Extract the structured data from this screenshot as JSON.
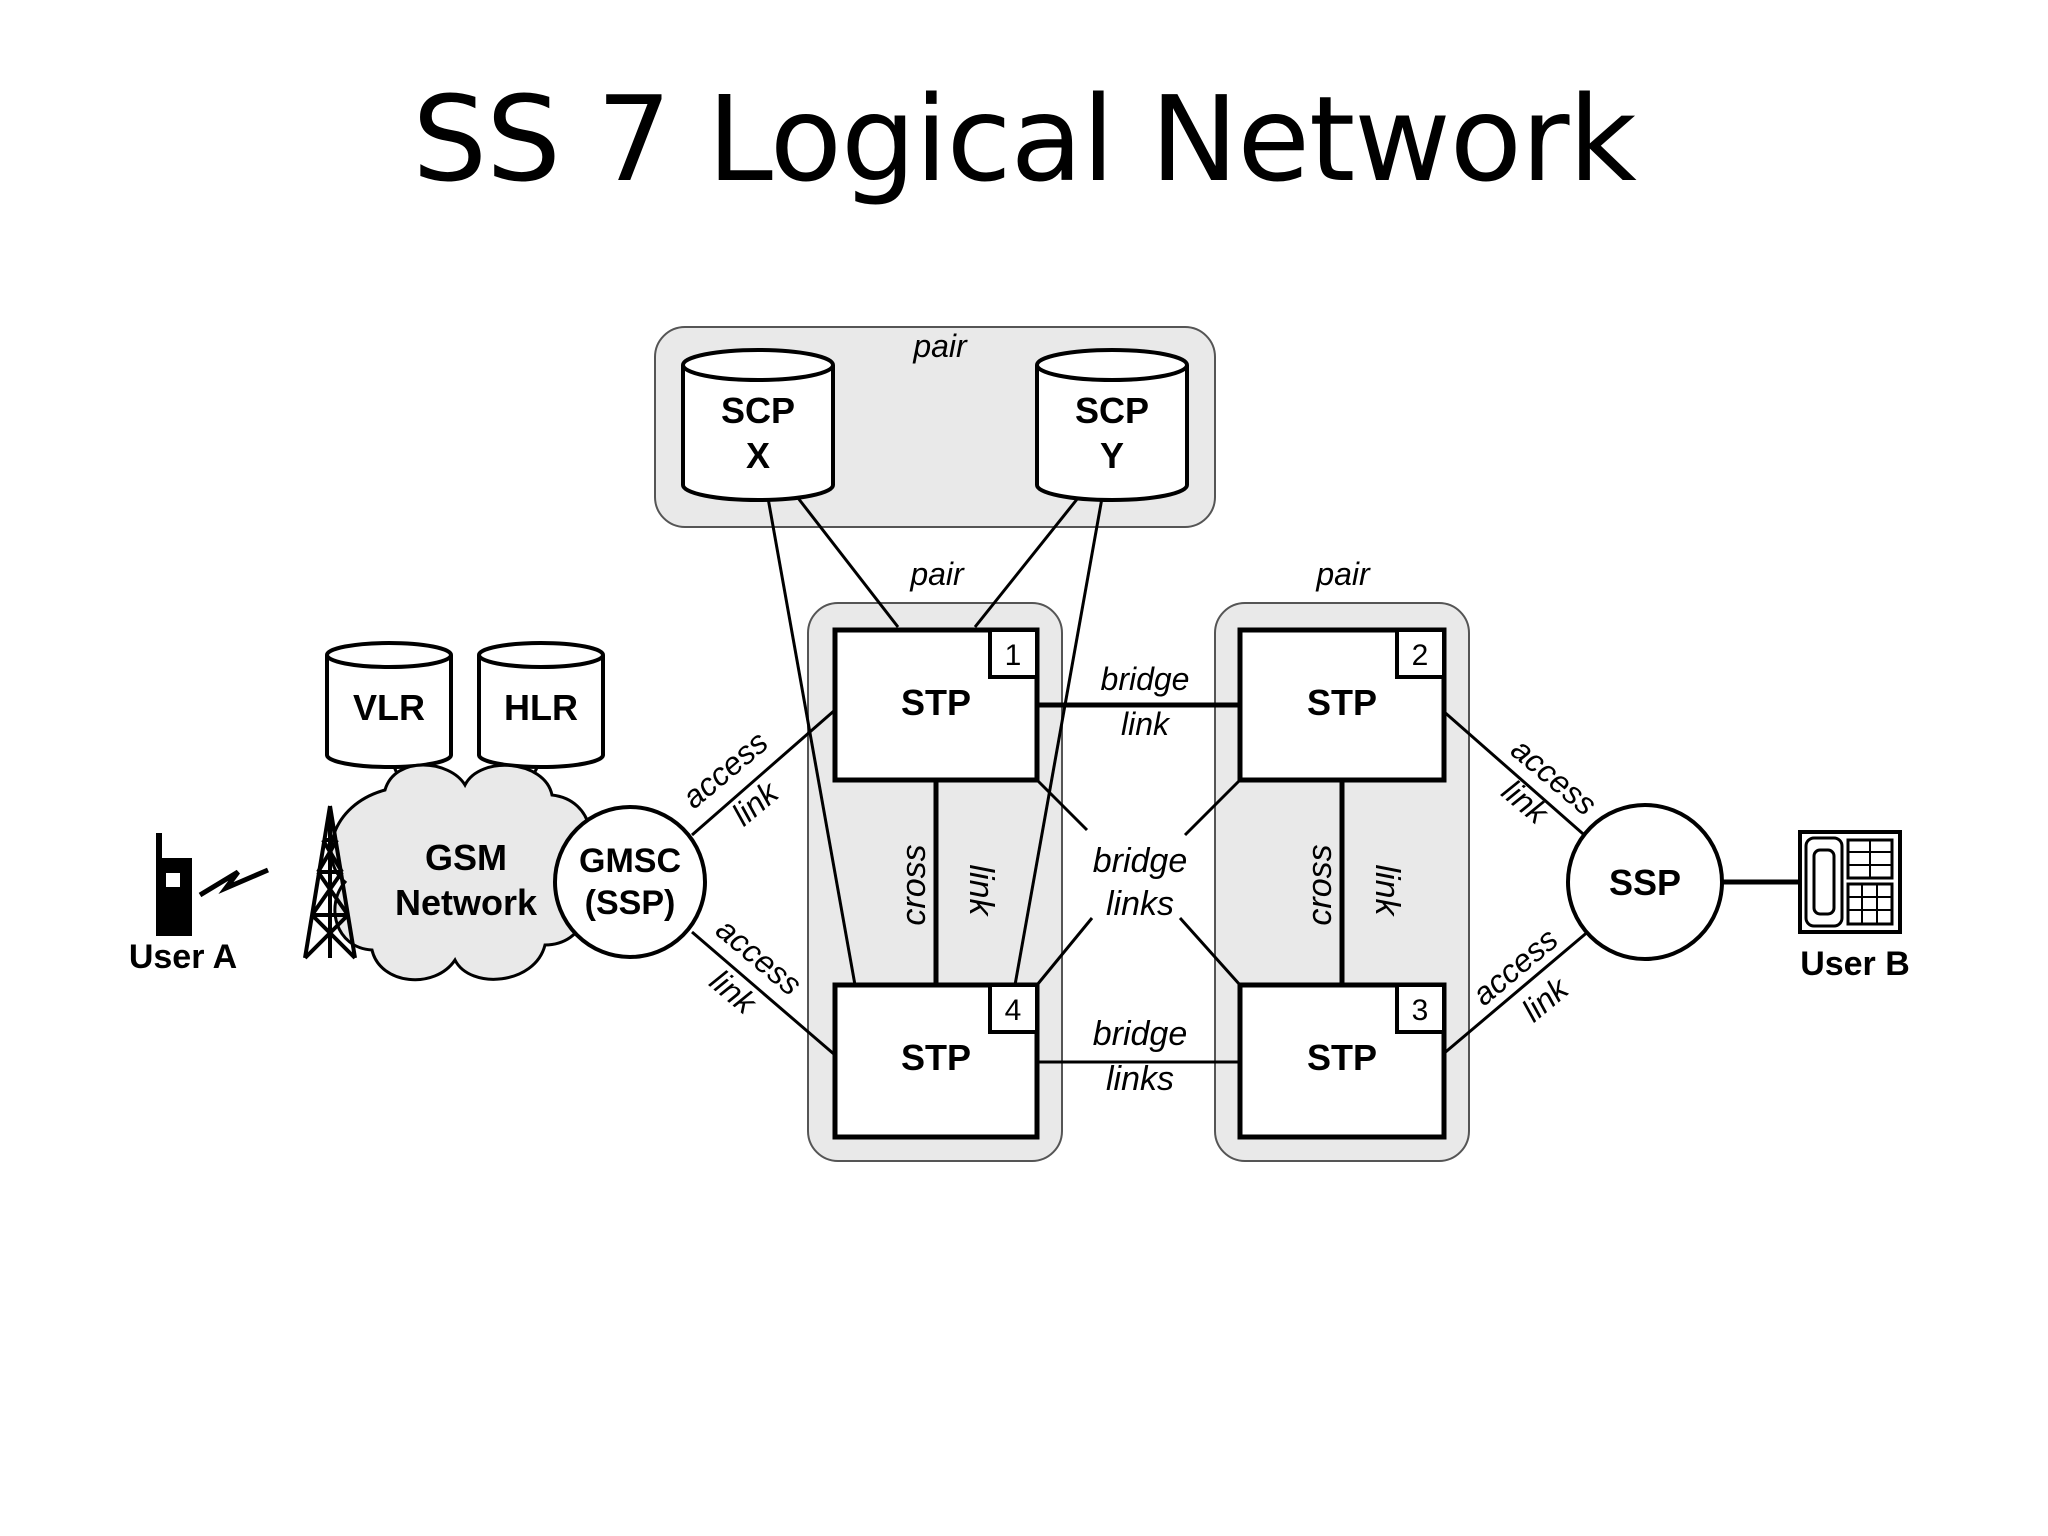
{
  "title": "SS 7 Logical Network",
  "pairs": {
    "scp_pair": "pair",
    "stp_pair_left": "pair",
    "stp_pair_right": "pair"
  },
  "scp": {
    "x": [
      "SCP",
      "X"
    ],
    "y": [
      "SCP",
      "Y"
    ]
  },
  "stp": [
    {
      "label": "STP",
      "num": "1"
    },
    {
      "label": "STP",
      "num": "2"
    },
    {
      "label": "STP",
      "num": "3"
    },
    {
      "label": "STP",
      "num": "4"
    }
  ],
  "links": {
    "bridge_top": [
      "bridge",
      "link"
    ],
    "bridge_middle": [
      "bridge",
      "links"
    ],
    "bridge_bottom": [
      "bridge",
      "links"
    ],
    "cross_left": [
      "cross",
      "link"
    ],
    "cross_right": [
      "cross",
      "link"
    ],
    "access": [
      "access",
      "link"
    ]
  },
  "gsm_side": {
    "vlr": "VLR",
    "hlr": "HLR",
    "network": [
      "GSM",
      "Network"
    ],
    "gmsc": [
      "GMSC",
      "(SSP)"
    ],
    "user": "User A"
  },
  "pstn_side": {
    "ssp": "SSP",
    "user": "User B"
  },
  "colors": {
    "group_fill": "#e9e9e9",
    "line": "#000000",
    "background": "#ffffff"
  }
}
